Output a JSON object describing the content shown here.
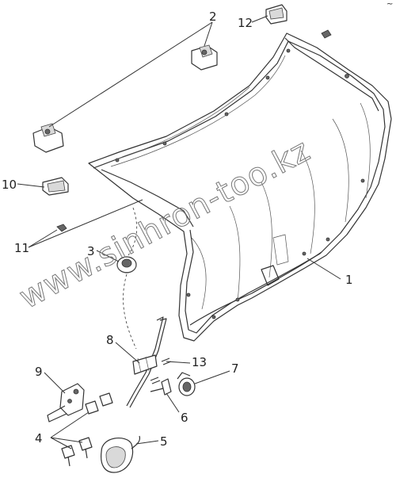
{
  "watermark": "www.sinhron-too.kz",
  "corner_mark": "~",
  "callouts": [
    "1",
    "2",
    "3",
    "4",
    "5",
    "6",
    "7",
    "8",
    "9",
    "10",
    "11",
    "12",
    "13"
  ]
}
